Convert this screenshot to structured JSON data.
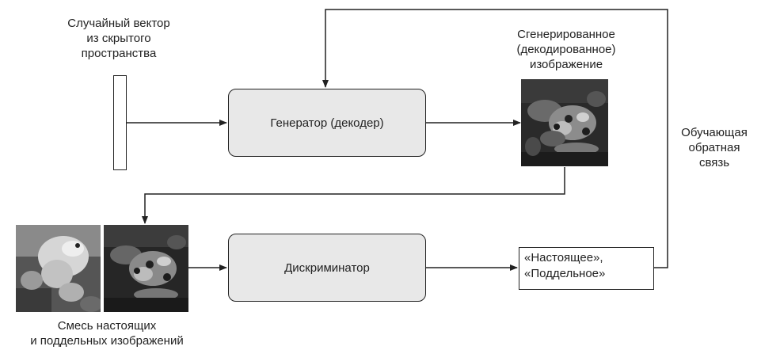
{
  "diagram": {
    "latent_label": [
      "Случайный вектор",
      "из скрытого",
      "пространства"
    ],
    "generator_label": "Генератор (декодер)",
    "generated_label": [
      "Сгенерированное",
      "(декодированное)",
      "изображение"
    ],
    "feedback_label": [
      "Обучающая",
      "обратная",
      "связь"
    ],
    "discriminator_label": "Дискриминатор",
    "output_label": [
      "«Настоящее»,",
      "«Поддельное»"
    ],
    "mix_label": [
      "Смесь настоящих",
      "и поддельных изображений"
    ]
  }
}
